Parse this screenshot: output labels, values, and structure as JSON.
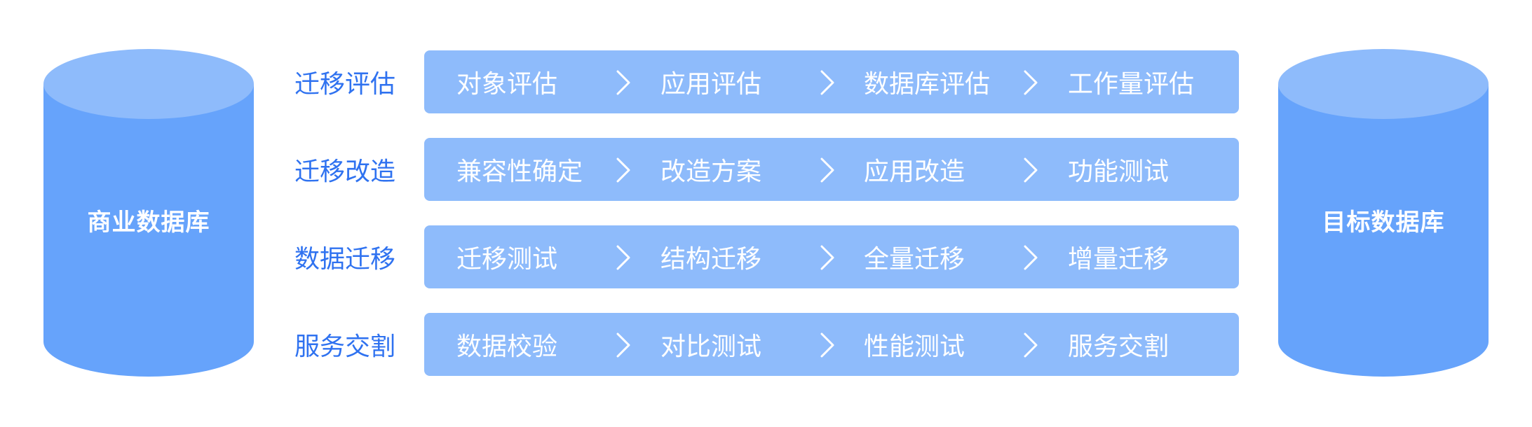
{
  "colors": {
    "row_label": "#2f72f0",
    "bar_fill": "#8ebbfb",
    "cylinder_body": "#66a3fb",
    "cylinder_top": "#8ebbfb",
    "text_on_fill": "#ffffff"
  },
  "source_db": {
    "label": "商业数据库"
  },
  "target_db": {
    "label": "目标数据库"
  },
  "rows": [
    {
      "label": "迁移评估",
      "steps": [
        "对象评估",
        "应用评估",
        "数据库评估",
        "工作量评估"
      ]
    },
    {
      "label": "迁移改造",
      "steps": [
        "兼容性确定",
        "改造方案",
        "应用改造",
        "功能测试"
      ]
    },
    {
      "label": "数据迁移",
      "steps": [
        "迁移测试",
        "结构迁移",
        "全量迁移",
        "增量迁移"
      ]
    },
    {
      "label": "服务交割",
      "steps": [
        "数据校验",
        "对比测试",
        "性能测试",
        "服务交割"
      ]
    }
  ]
}
